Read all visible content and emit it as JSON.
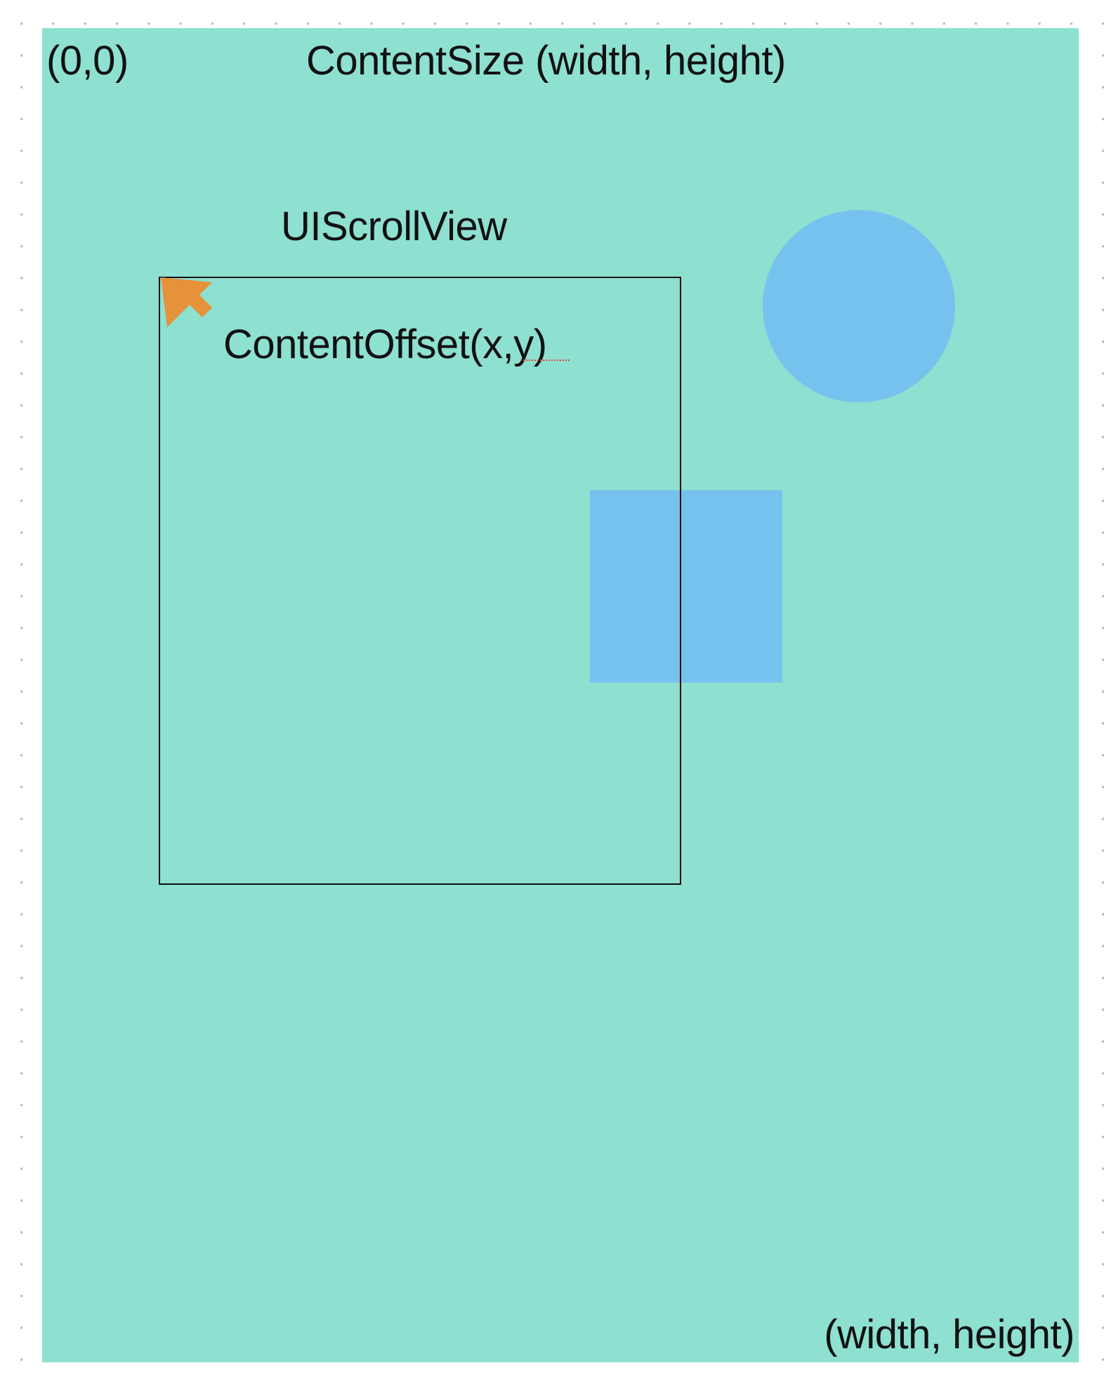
{
  "labels": {
    "origin": "(0,0)",
    "content_size": "ContentSize (width, height)",
    "scroll_view": "UIScrollView",
    "content_offset": "ContentOffset(x,y)",
    "bottom_right": "(width, height)"
  },
  "colors": {
    "canvas_background": "#ffffff",
    "grid_dots": "#b9bcc4",
    "content_area": "#8ee0d0",
    "shapes": "#76c2ef",
    "arrow": "#e5923a",
    "frame_border": "#111111"
  },
  "icons": {
    "offset_arrow": "arrow-up-left-icon"
  }
}
